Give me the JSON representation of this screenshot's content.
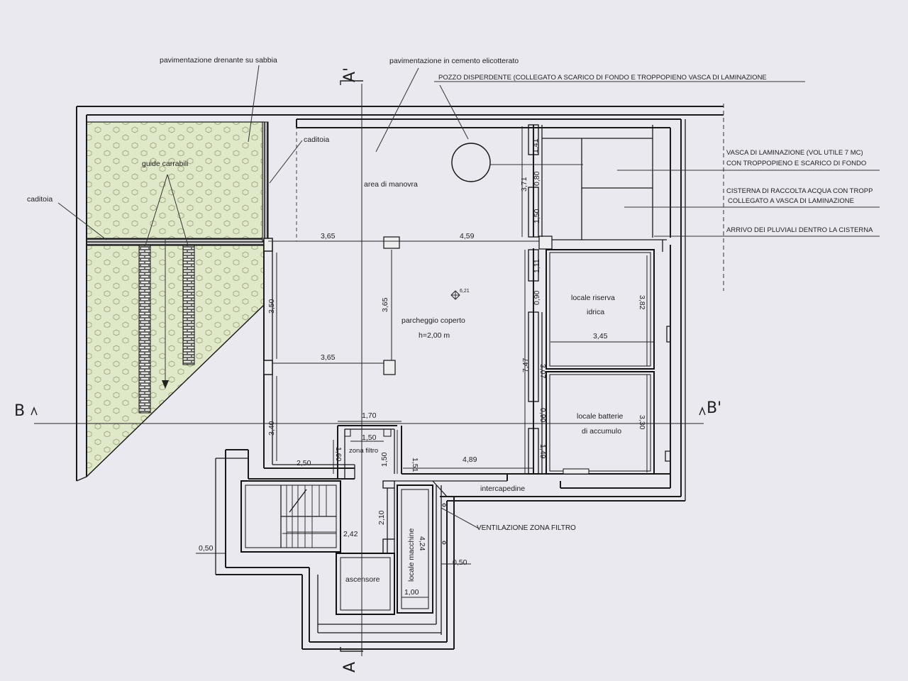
{
  "sections": {
    "a": "A",
    "a_prime": "A'",
    "b": "B",
    "b_prime": "B'"
  },
  "labels": {
    "pav_drenante": "pavimentazione drenante su sabbia",
    "pav_cemento": "pavimentazione in cemento elicotterato",
    "pozzo": "POZZO DISPERDENTE (COLLEGATO A SCARICO DI FONDO E TROPPOPIENO VASCA DI LAMINAZIONE",
    "caditoia_top": "caditoia",
    "caditoia_left": "caditoia",
    "guide": "guide carrabili",
    "area_manovra": "area di manovra",
    "parcheggio": "parcheggio coperto",
    "altezza": "h=2,00 m",
    "quota": "6,21",
    "vasca_1": "VASCA DI LAMINAZIONE (VOL UTILE 7 MC)",
    "vasca_2": "CON TROPPOPIENO E SCARICO DI FONDO",
    "cisterna_1": "CISTERNA DI RACCOLTA ACQUA CON TROPP",
    "cisterna_2": "COLLEGATO A VASCA DI LAMINAZIONE",
    "pluviali": "ARRIVO DEI PLUVIALI DENTRO LA CISTERNA",
    "riserva_1": "locale riserva",
    "riserva_2": "idrica",
    "batterie_1": "locale batterie",
    "batterie_2": "di accumulo",
    "zona_filtro": "zona filtro",
    "intercapedine": "intercapedine",
    "ventilazione": "VENTILAZIONE ZONA FILTRO",
    "locale_macchine": "locale macchine",
    "ascensore": "ascensore"
  },
  "dims": {
    "d_365_top": "3,65",
    "d_459": "4,59",
    "d_365_vert": "3,65",
    "d_365_mid": "3,65",
    "d_350": "3,50",
    "d_340": "3,40",
    "d_170": "1,70",
    "d_150_h": "1,50",
    "d_151": "1,51",
    "d_150_v": "1,50",
    "d_160": "1,60",
    "d_250": "2,50",
    "d_489": "4,89",
    "d_141": "1,41",
    "d_080": "0,80",
    "d_371": "3,71",
    "d_150_r": "1,50",
    "d_111": "1,11",
    "d_090_a": "0,90",
    "d_307": "3,07",
    "d_747": "7,47",
    "d_090_b": "0,90",
    "d_149": "1,49",
    "d_382": "3,82",
    "d_345": "3,45",
    "d_330": "3,30",
    "d_242": "2,42",
    "d_210": "2,10",
    "d_424": "4,24",
    "d_050_l": "0,50",
    "d_050_r": "0,50",
    "d_100": "1,00"
  },
  "colors": {
    "paper": "#e9e9ef",
    "ink": "#1a1a1a",
    "drainage_fill": "#dfe8c8"
  }
}
